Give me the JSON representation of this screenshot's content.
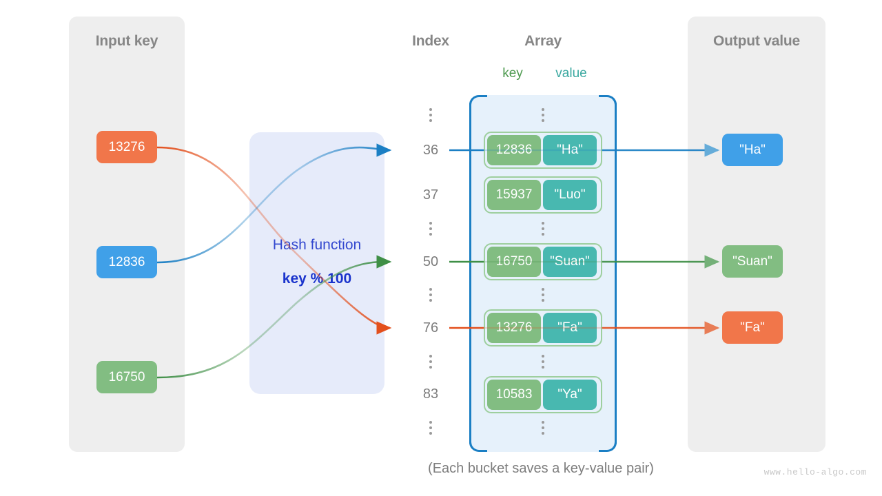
{
  "columns": {
    "input_title": "Input key",
    "index_title": "Index",
    "array_title": "Array",
    "output_title": "Output value",
    "key_sub": "key",
    "value_sub": "value"
  },
  "hash": {
    "label": "Hash function",
    "formula": "key % 100"
  },
  "input_keys": [
    {
      "text": "13276",
      "color": "#f1764a"
    },
    {
      "text": "12836",
      "color": "#40a0e8"
    },
    {
      "text": "16750",
      "color": "#82bd82"
    }
  ],
  "output_values": [
    {
      "text": "\"Ha\"",
      "color": "#40a0e8"
    },
    {
      "text": "\"Suan\"",
      "color": "#82bd82"
    },
    {
      "text": "\"Fa\"",
      "color": "#f1764a"
    }
  ],
  "index_labels": [
    "36",
    "37",
    "50",
    "76",
    "83"
  ],
  "buckets": [
    {
      "key": "12836",
      "value": "\"Ha\""
    },
    {
      "key": "15937",
      "value": "\"Luo\""
    },
    {
      "key": "16750",
      "value": "\"Suan\""
    },
    {
      "key": "13276",
      "value": "\"Fa\""
    },
    {
      "key": "10583",
      "value": "\"Ya\""
    }
  ],
  "caption": "(Each bucket saves a key-value pair)",
  "watermark": "www.hello-algo.com",
  "colors": {
    "panel_bg": "#eeeeee",
    "array_bg": "#e6f1fb",
    "array_border": "#1b7fc4",
    "hash_bg": "#e6ebfa",
    "hash_text": "#3348cf",
    "key_cell": "#82bd82",
    "value_cell": "#48b8b0",
    "bucket_border": "#9ecf9e",
    "title_text": "#868686",
    "index_text": "#7d7d7d",
    "flow_blue": "#1b7fc4",
    "flow_green": "#3f8f46",
    "flow_orange": "#e34f1c"
  }
}
